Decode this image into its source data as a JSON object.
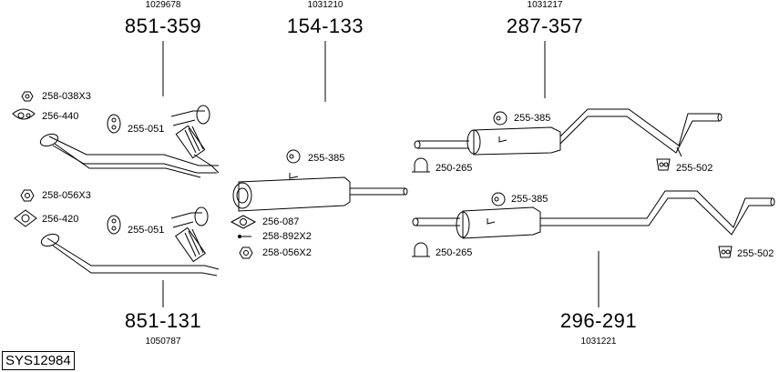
{
  "assemblies": [
    {
      "code": "1029678",
      "part": "851-359"
    },
    {
      "code": "1031210",
      "part": "154-133"
    },
    {
      "code": "1031217",
      "part": "287-357"
    },
    {
      "code": "1050787",
      "part": "851-131"
    },
    {
      "code": "1031221",
      "part": "296-291"
    }
  ],
  "components": [
    {
      "label": "258-038X3",
      "icon": "hex-nut-icon"
    },
    {
      "label": "256-440",
      "icon": "gasket-icon"
    },
    {
      "label": "255-051",
      "icon": "rubber-hanger-icon"
    },
    {
      "label": "258-056X3",
      "icon": "hex-nut-icon"
    },
    {
      "label": "256-420",
      "icon": "gasket-icon"
    },
    {
      "label": "255-051",
      "icon": "rubber-hanger-icon"
    },
    {
      "label": "255-385",
      "icon": "rubber-hanger-icon"
    },
    {
      "label": "256-087",
      "icon": "gasket-icon"
    },
    {
      "label": "258-892X2",
      "icon": "bolt-icon"
    },
    {
      "label": "258-056X2",
      "icon": "hex-nut-icon"
    },
    {
      "label": "255-385",
      "icon": "rubber-hanger-icon"
    },
    {
      "label": "250-265",
      "icon": "clamp-icon"
    },
    {
      "label": "255-502",
      "icon": "rubber-hanger-icon"
    },
    {
      "label": "255-385",
      "icon": "rubber-hanger-icon"
    },
    {
      "label": "250-265",
      "icon": "clamp-icon"
    },
    {
      "label": "255-502",
      "icon": "rubber-hanger-icon"
    }
  ],
  "system_id": "SYS12984"
}
